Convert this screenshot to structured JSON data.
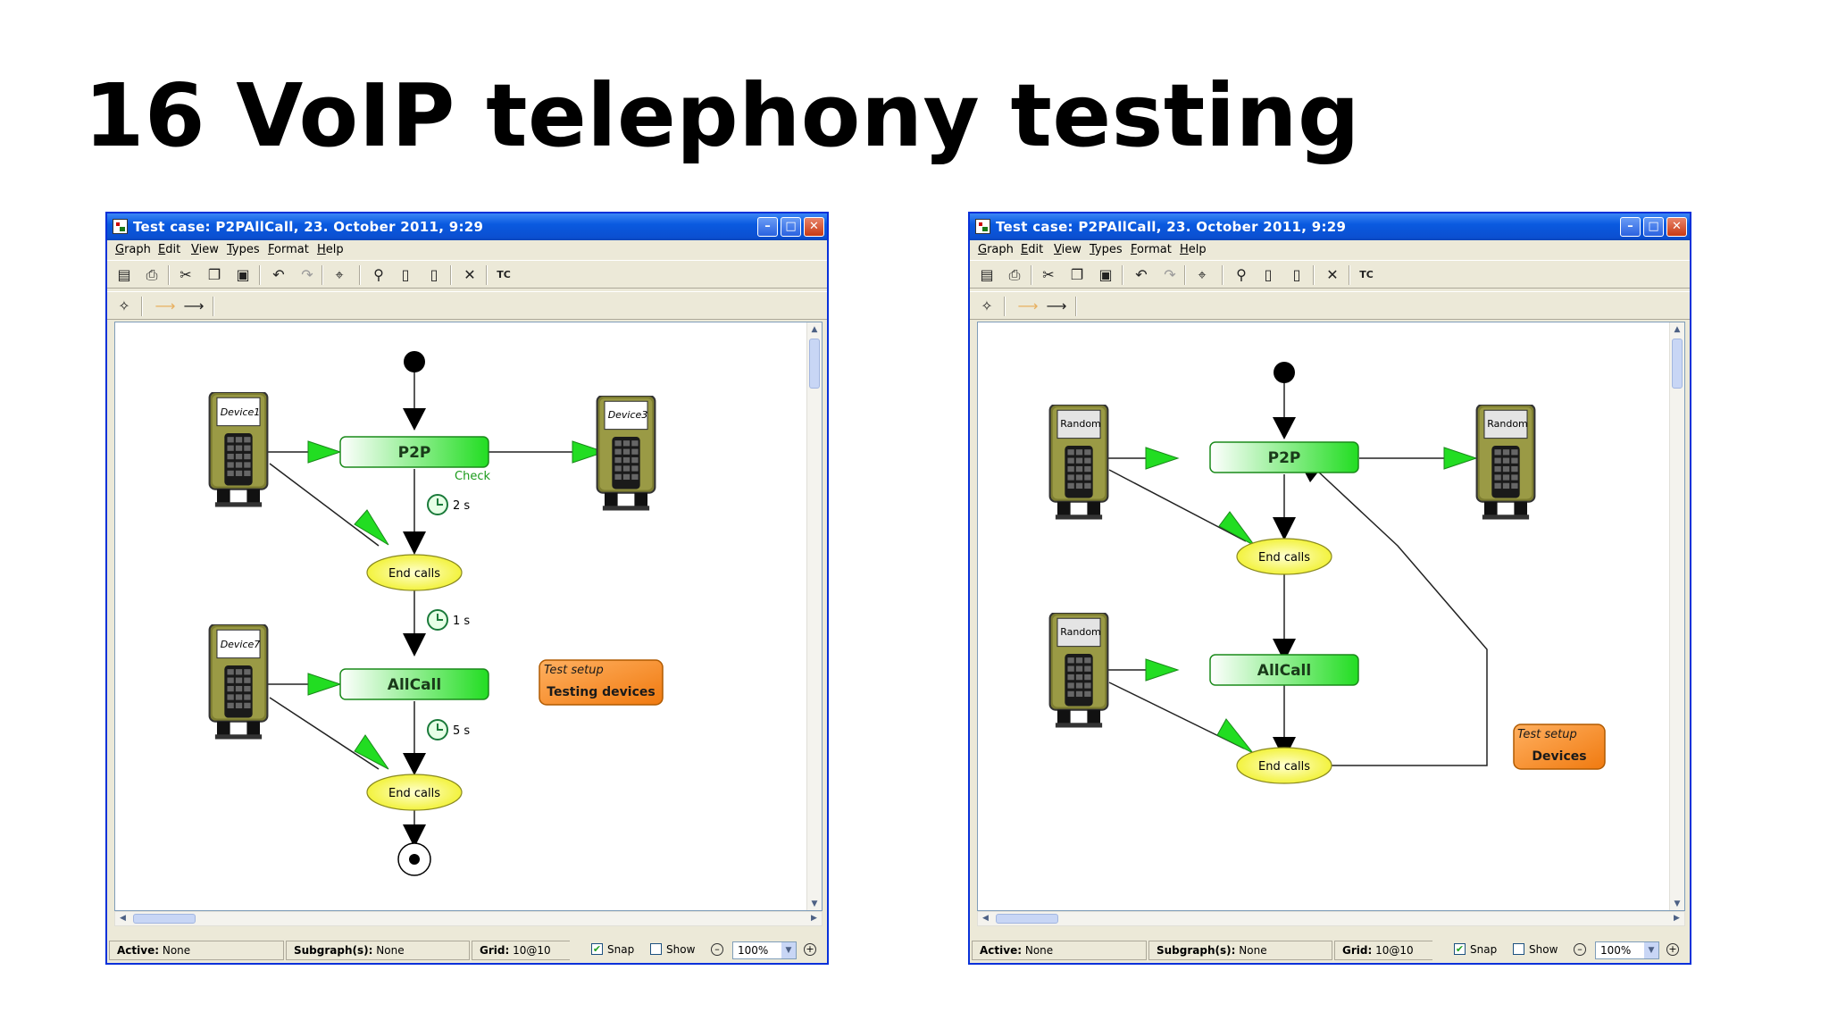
{
  "slide": {
    "title": "16 VoIP telephony testing"
  },
  "windows": [
    {
      "title": "Test case: P2PAllCall, 23. October 2011, 9:29",
      "menu": [
        "Graph",
        "Edit",
        "View",
        "Types",
        "Format",
        "Help"
      ],
      "toolbar_tc": "TC",
      "status": {
        "active_label": "Active:",
        "active_value": "None",
        "subgraph_label": "Subgraph(s):",
        "subgraph_value": "None",
        "grid_label": "Grid:",
        "grid_value": "10@10",
        "snap": "Snap",
        "snap_checked": true,
        "show": "Show",
        "show_checked": false,
        "zoom": "100%"
      },
      "diagram": {
        "devices": [
          "Device1",
          "Device3",
          "Device7"
        ],
        "states": [
          "P2P",
          "AllCall"
        ],
        "check_label": "Check",
        "end_states": [
          "End calls",
          "End calls"
        ],
        "timers": [
          "2 s",
          "1 s",
          "5 s"
        ],
        "note": {
          "line1": "Test setup",
          "line2": "Testing devices"
        }
      }
    },
    {
      "title": "Test case: P2PAllCall, 23. October 2011, 9:29",
      "menu": [
        "Graph",
        "Edit",
        "View",
        "Types",
        "Format",
        "Help"
      ],
      "toolbar_tc": "TC",
      "status": {
        "active_label": "Active:",
        "active_value": "None",
        "subgraph_label": "Subgraph(s):",
        "subgraph_value": "None",
        "grid_label": "Grid:",
        "grid_value": "10@10",
        "snap": "Snap",
        "snap_checked": true,
        "show": "Show",
        "show_checked": false,
        "zoom": "100%"
      },
      "diagram": {
        "devices": [
          "Random",
          "Random",
          "Random"
        ],
        "states": [
          "P2P",
          "AllCall"
        ],
        "end_states": [
          "End calls",
          "End calls"
        ],
        "note": {
          "line1": "Test setup",
          "line2": "Devices"
        }
      }
    }
  ],
  "colors": {
    "title_bar": "#0a5ae0",
    "window_face": "#ece9d8",
    "state_green": "#2ee02e",
    "end_yellow": "#f5f535",
    "note_orange": "#f58a1e",
    "device_olive": "#8a8a3a",
    "arrow_green": "#22dd22"
  },
  "icons": [
    "properties-icon",
    "print-icon",
    "cut-icon",
    "copy-icon",
    "paste-icon",
    "undo-icon",
    "redo-icon",
    "crosshair-icon",
    "zoom-icon",
    "page-icon",
    "page-copy-icon",
    "delete-icon",
    "node-tool-icon",
    "edge-tool-icon"
  ]
}
